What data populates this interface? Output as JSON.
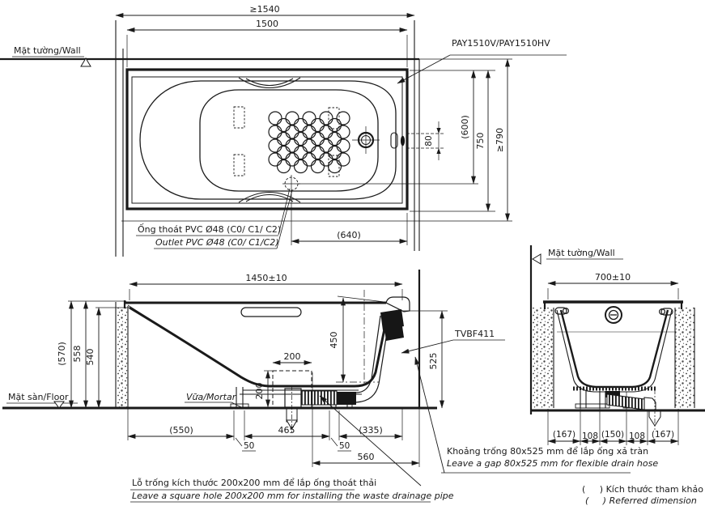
{
  "plan": {
    "wall_label": "Mặt tường/Wall",
    "model": "PAY1510V/PAY1510HV",
    "dim_total_length": "≥1540",
    "dim_tub_length": "1500",
    "dim_drain_offset": "(600)",
    "dim_tub_width": "750",
    "dim_total_width": "≥790",
    "dim_overflow_gap": "80",
    "dim_outlet_offset": "(640)",
    "outlet_note_vi": "Ống thoát PVC Ø48 (C0/ C1/ C2)",
    "outlet_note_en": "Outlet PVC Ø48 (C0/ C1/C2)"
  },
  "section": {
    "dim_length": "1450±10",
    "dim_height_total": "(570)",
    "dim_height_rim": "558",
    "dim_height_apron": "540",
    "dim_depth": "450",
    "dim_hole_width": "200",
    "dim_hole_height": "200",
    "dim_gap_height": "525",
    "dim_550": "(550)",
    "dim_50_left": "50",
    "dim_465": "465",
    "dim_50_right": "50",
    "dim_335": "(335)",
    "dim_560": "560",
    "floor_label": "Mặt sàn/Floor",
    "mortar_label": "Vữa/Mortar",
    "drain_kit": "TVBF411"
  },
  "end": {
    "wall_label": "Mặt tường/Wall",
    "dim_width": "700±10",
    "dim_167_left": "(167)",
    "dim_108_left": "108",
    "dim_150": "(150)",
    "dim_108_right": "108",
    "dim_167_right": "(167)"
  },
  "notes": {
    "hole_vi": "Lỗ trống kích thước 200x200 mm để lắp ống thoát thải",
    "hole_en": "Leave a square hole 200x200 mm for installing the waste drainage pipe",
    "gap_vi": "Khoảng trống 80x525 mm để lắp ống xả tràn",
    "gap_en": "Leave a gap 80x525 mm for flexible drain hose",
    "legend_vi": "(     ) Kích thước tham khảo",
    "legend_en": "(     ) Referred dimension"
  }
}
